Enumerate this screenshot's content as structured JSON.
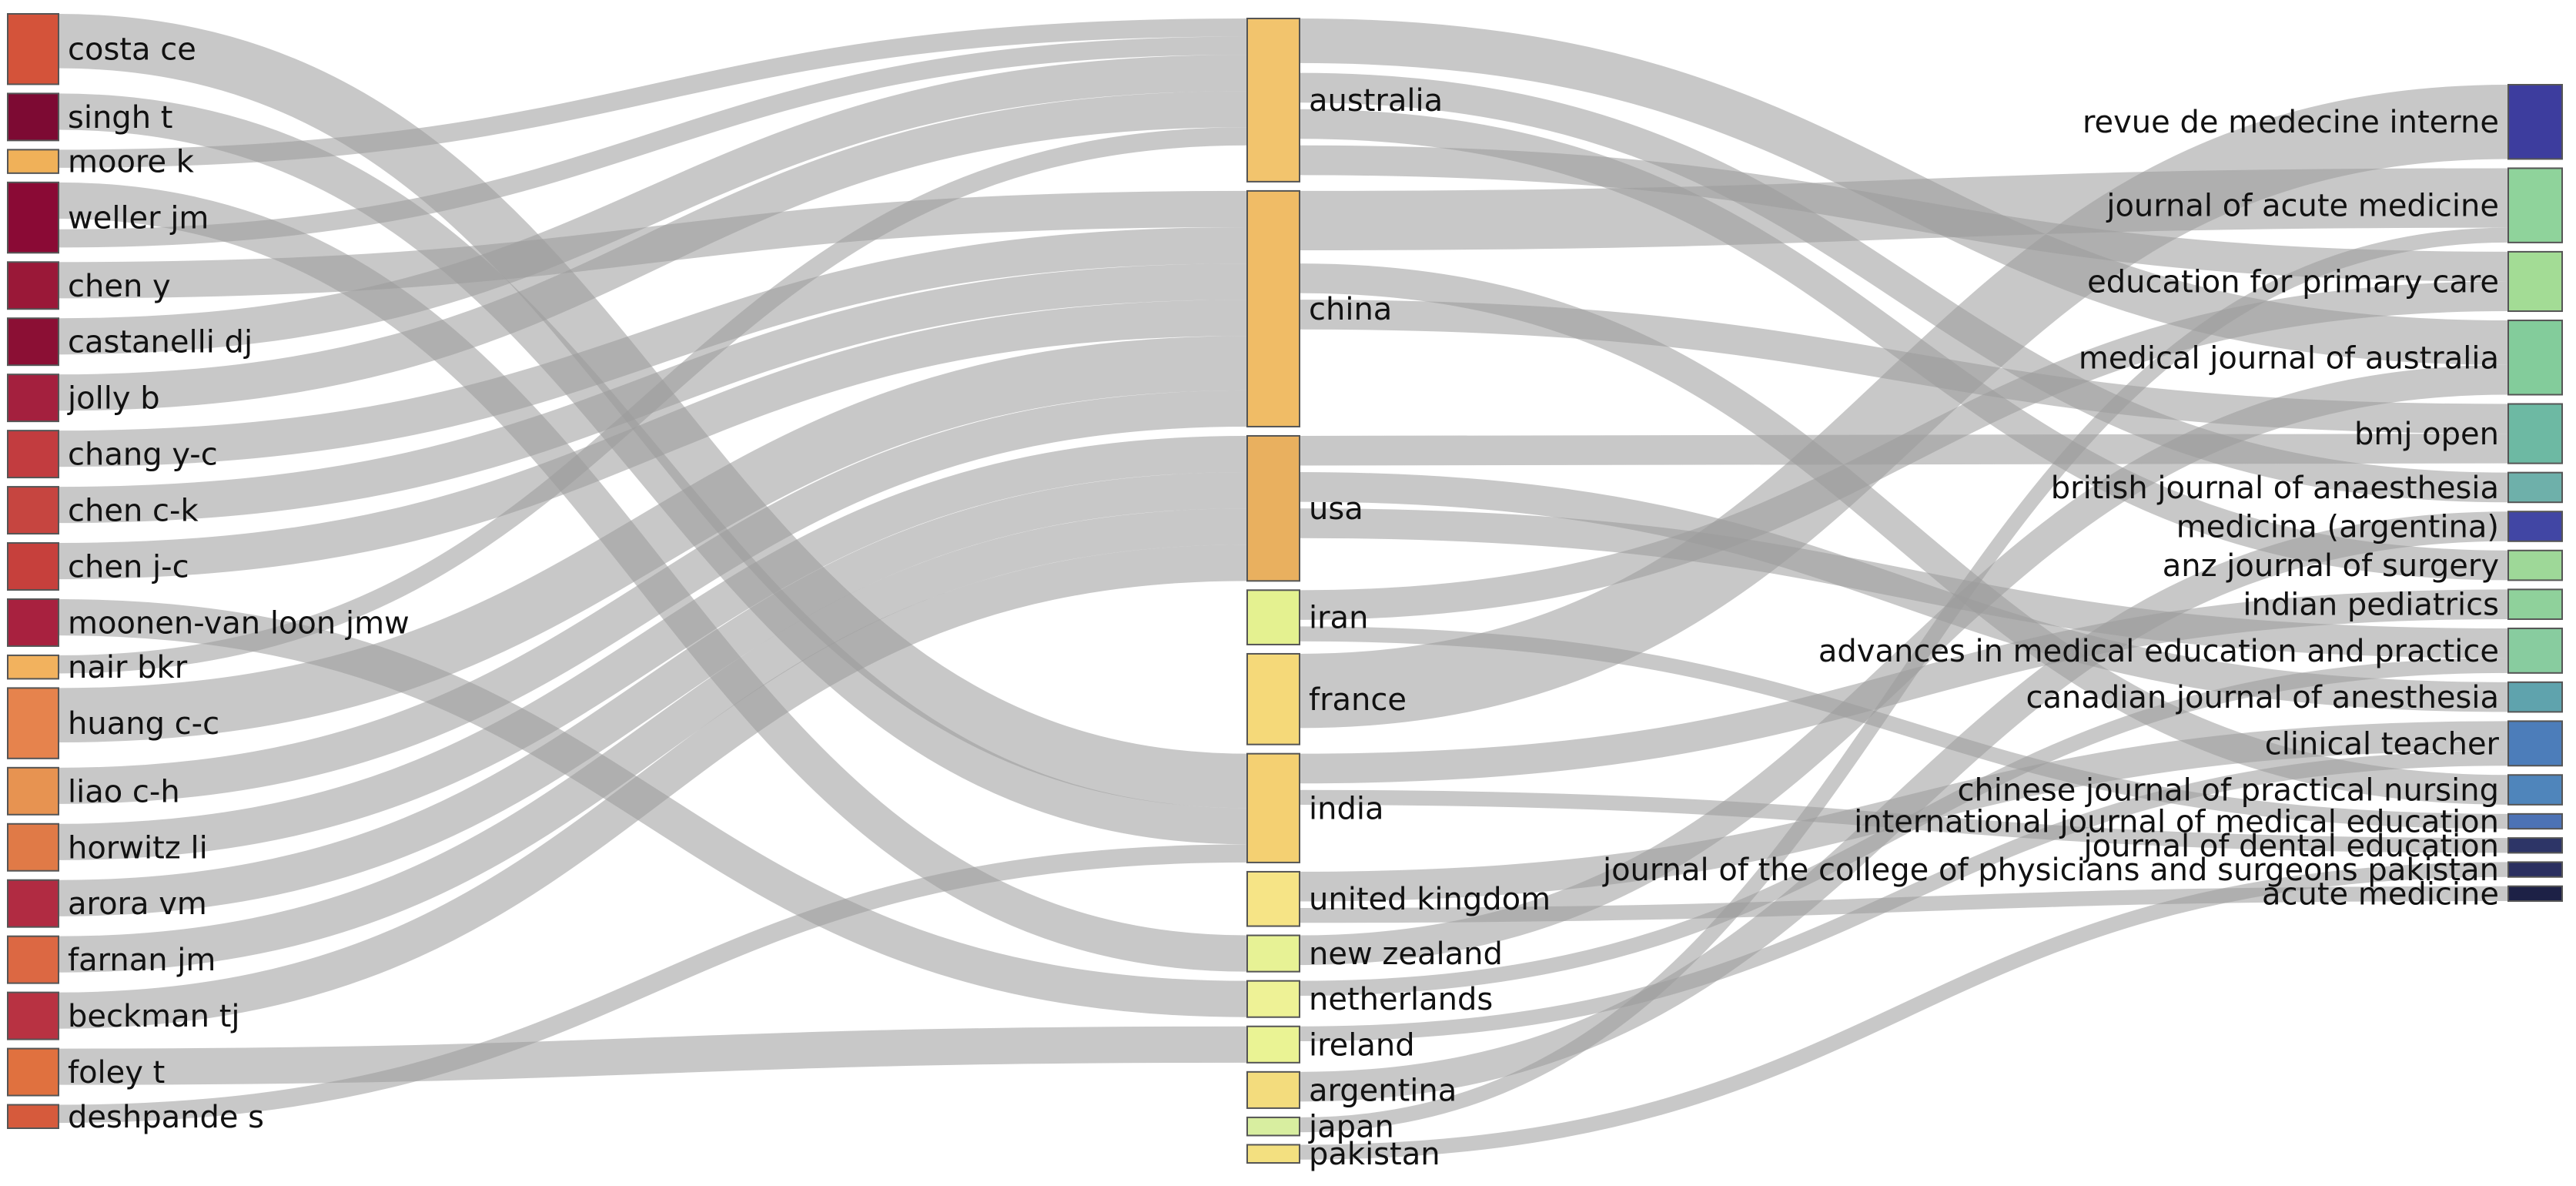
{
  "chart_data": {
    "type": "sankey",
    "columns": [
      "authors",
      "countries",
      "journals"
    ],
    "authors": [
      {
        "name": "costa ce",
        "color": "#d4533a"
      },
      {
        "name": "singh t",
        "color": "#7d0a33"
      },
      {
        "name": "moore k",
        "color": "#f0b159"
      },
      {
        "name": "weller jm",
        "color": "#8a0a35"
      },
      {
        "name": "chen y",
        "color": "#9a1838"
      },
      {
        "name": "castanelli dj",
        "color": "#8b0f34"
      },
      {
        "name": "jolly b",
        "color": "#a4203e"
      },
      {
        "name": "chang y-c",
        "color": "#c23c3f"
      },
      {
        "name": "chen c-k",
        "color": "#c64540"
      },
      {
        "name": "chen j-c",
        "color": "#c6403c"
      },
      {
        "name": "moonen-van loon jmw",
        "color": "#a8213f"
      },
      {
        "name": "nair bkr",
        "color": "#f2b25e"
      },
      {
        "name": "huang c-c",
        "color": "#e6834d"
      },
      {
        "name": "liao c-h",
        "color": "#e79351"
      },
      {
        "name": "horwitz li",
        "color": "#e07a47"
      },
      {
        "name": "arora vm",
        "color": "#b12b42"
      },
      {
        "name": "farnan jm",
        "color": "#dc6843"
      },
      {
        "name": "beckman tj",
        "color": "#b83242"
      },
      {
        "name": "foley t",
        "color": "#e0713f"
      },
      {
        "name": "deshpande s",
        "color": "#d65a3c"
      }
    ],
    "countries": [
      {
        "name": "australia",
        "color": "#f2c46d"
      },
      {
        "name": "china",
        "color": "#f0bc66"
      },
      {
        "name": "usa",
        "color": "#e9b05f"
      },
      {
        "name": "iran",
        "color": "#e4f190"
      },
      {
        "name": "france",
        "color": "#f5d979"
      },
      {
        "name": "india",
        "color": "#f4d072"
      },
      {
        "name": "united kingdom",
        "color": "#f6e486"
      },
      {
        "name": "new zealand",
        "color": "#e7f295"
      },
      {
        "name": "netherlands",
        "color": "#eef296"
      },
      {
        "name": "ireland",
        "color": "#eaf394"
      },
      {
        "name": "argentina",
        "color": "#f3dc7d"
      },
      {
        "name": "japan",
        "color": "#d8eea0"
      },
      {
        "name": "pakistan",
        "color": "#f3e080"
      }
    ],
    "journals": [
      {
        "name": "revue de medecine interne",
        "color": "#3d3d9e"
      },
      {
        "name": "journal of acute medicine",
        "color": "#8fd39b"
      },
      {
        "name": "education for primary care",
        "color": "#a3dc95"
      },
      {
        "name": "medical journal of australia",
        "color": "#83cc9b"
      },
      {
        "name": "bmj open",
        "color": "#6db9a3"
      },
      {
        "name": "british journal of anaesthesia",
        "color": "#6eb0aa"
      },
      {
        "name": "medicina (argentina)",
        "color": "#4146a4"
      },
      {
        "name": "anz journal of surgery",
        "color": "#9ed898"
      },
      {
        "name": "indian pediatrics",
        "color": "#8fd19b"
      },
      {
        "name": "advances in medical education and practice",
        "color": "#88cc9f"
      },
      {
        "name": "canadian journal of anesthesia",
        "color": "#5fa3ad"
      },
      {
        "name": "clinical teacher",
        "color": "#4c7dba"
      },
      {
        "name": "chinese journal of practical nursing",
        "color": "#4f85bb"
      },
      {
        "name": "international journal of medical education",
        "color": "#4c72b5"
      },
      {
        "name": "journal of dental education",
        "color": "#2d3567"
      },
      {
        "name": "journal of the college of physicians and surgeons pakistan",
        "color": "#2a2f60"
      },
      {
        "name": "acute medicine",
        "color": "#1d2146"
      }
    ],
    "links_author_country": [
      {
        "source": "costa ce",
        "target": "india",
        "value": 3
      },
      {
        "source": "singh t",
        "target": "india",
        "value": 2
      },
      {
        "source": "moore k",
        "target": "australia",
        "value": 1
      },
      {
        "source": "weller jm",
        "target": "new zealand",
        "value": 2
      },
      {
        "source": "weller jm",
        "target": "australia",
        "value": 1
      },
      {
        "source": "chen y",
        "target": "china",
        "value": 2
      },
      {
        "source": "castanelli dj",
        "target": "australia",
        "value": 2
      },
      {
        "source": "jolly b",
        "target": "australia",
        "value": 2
      },
      {
        "source": "chang y-c",
        "target": "china",
        "value": 2
      },
      {
        "source": "chen c-k",
        "target": "china",
        "value": 2
      },
      {
        "source": "chen j-c",
        "target": "china",
        "value": 2
      },
      {
        "source": "moonen-van loon jmw",
        "target": "netherlands",
        "value": 2
      },
      {
        "source": "nair bkr",
        "target": "australia",
        "value": 1
      },
      {
        "source": "huang c-c",
        "target": "china",
        "value": 3
      },
      {
        "source": "liao c-h",
        "target": "china",
        "value": 2
      },
      {
        "source": "horwitz li",
        "target": "usa",
        "value": 2
      },
      {
        "source": "arora vm",
        "target": "usa",
        "value": 2
      },
      {
        "source": "farnan jm",
        "target": "usa",
        "value": 2
      },
      {
        "source": "beckman tj",
        "target": "usa",
        "value": 2
      },
      {
        "source": "foley t",
        "target": "ireland",
        "value": 2
      },
      {
        "source": "deshpande s",
        "target": "india",
        "value": 1
      }
    ],
    "links_country_journal": [
      {
        "source": "australia",
        "target": "medical journal of australia",
        "value": 3
      },
      {
        "source": "australia",
        "target": "british journal of anaesthesia",
        "value": 2
      },
      {
        "source": "australia",
        "target": "anz journal of surgery",
        "value": 2
      },
      {
        "source": "australia",
        "target": "education for primary care",
        "value": 2
      },
      {
        "source": "china",
        "target": "journal of acute medicine",
        "value": 4
      },
      {
        "source": "china",
        "target": "chinese journal of practical nursing",
        "value": 2
      },
      {
        "source": "china",
        "target": "bmj open",
        "value": 2
      },
      {
        "source": "usa",
        "target": "bmj open",
        "value": 2
      },
      {
        "source": "usa",
        "target": "canadian journal of anesthesia",
        "value": 2
      },
      {
        "source": "usa",
        "target": "advances in medical education and practice",
        "value": 2
      },
      {
        "source": "iran",
        "target": "education for primary care",
        "value": 2
      },
      {
        "source": "iran",
        "target": "international journal of medical education",
        "value": 1
      },
      {
        "source": "france",
        "target": "revue de medecine interne",
        "value": 5
      },
      {
        "source": "india",
        "target": "indian pediatrics",
        "value": 2
      },
      {
        "source": "india",
        "target": "journal of dental education",
        "value": 1
      },
      {
        "source": "united kingdom",
        "target": "clinical teacher",
        "value": 2
      },
      {
        "source": "united kingdom",
        "target": "acute medicine",
        "value": 1
      },
      {
        "source": "new zealand",
        "target": "medical journal of australia",
        "value": 2
      },
      {
        "source": "netherlands",
        "target": "advances in medical education and practice",
        "value": 1
      },
      {
        "source": "ireland",
        "target": "clinical teacher",
        "value": 1
      },
      {
        "source": "argentina",
        "target": "medicina (argentina)",
        "value": 2
      },
      {
        "source": "japan",
        "target": "journal of acute medicine",
        "value": 1
      },
      {
        "source": "pakistan",
        "target": "journal of the college of physicians and surgeons pakistan",
        "value": 1
      }
    ]
  }
}
